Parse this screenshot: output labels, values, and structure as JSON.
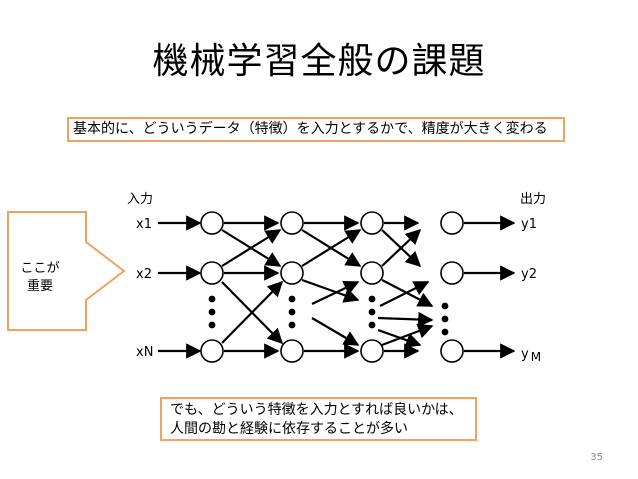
{
  "slide": {
    "title": "機械学習全般の課題",
    "page_number": "35"
  },
  "top_note": "基本的に、どういうデータ（特徴）を入力とするかで、精度が大きく変わる",
  "callout": {
    "line1": "ここが",
    "line2": "重要"
  },
  "bottom_note": {
    "line1": "でも、どういう特徴を入力とすれば良いかは、",
    "line2": "人間の勘と経験に依存することが多い"
  },
  "network": {
    "input_header": "入力",
    "output_header": "出力",
    "inputs": [
      "x1",
      "x2",
      "xN"
    ],
    "outputs": [
      "y1",
      "y2",
      "y"
    ],
    "output_last_subscript": "M"
  },
  "colors": {
    "accent_border": "#f0a35c",
    "page_number": "#8a8a8a"
  }
}
